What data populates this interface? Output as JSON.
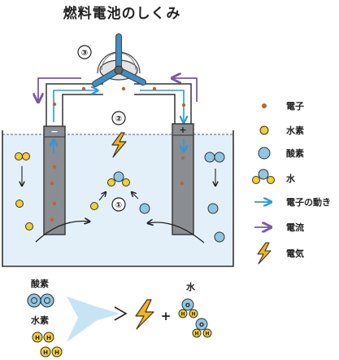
{
  "title": "燃料電池のしくみ",
  "steps": [
    "③",
    "②",
    "①"
  ],
  "electrodes": {
    "negative": "−",
    "positive": "+"
  },
  "legend": {
    "electron": "電子",
    "hydrogen": "水素",
    "oxygen": "酸素",
    "water": "水",
    "electron_flow": "電子の動き",
    "current": "電流",
    "electricity": "電気"
  },
  "equation": {
    "oxygen": "酸素",
    "hydrogen": "水素",
    "water": "水",
    "plus": "+",
    "h": "H",
    "o": "O"
  },
  "colors": {
    "electron": "#c4622d",
    "hydrogen": "#f5cf2a",
    "oxygen": "#8ec6e4",
    "electrolyte": "#e3f0f9",
    "electrode": "#8a8d91",
    "electron_arrow": "#2b9ad8",
    "current_arrow": "#7a58a6",
    "lightning": "#f3b21b",
    "fan_blade": "#3d8ec4"
  }
}
